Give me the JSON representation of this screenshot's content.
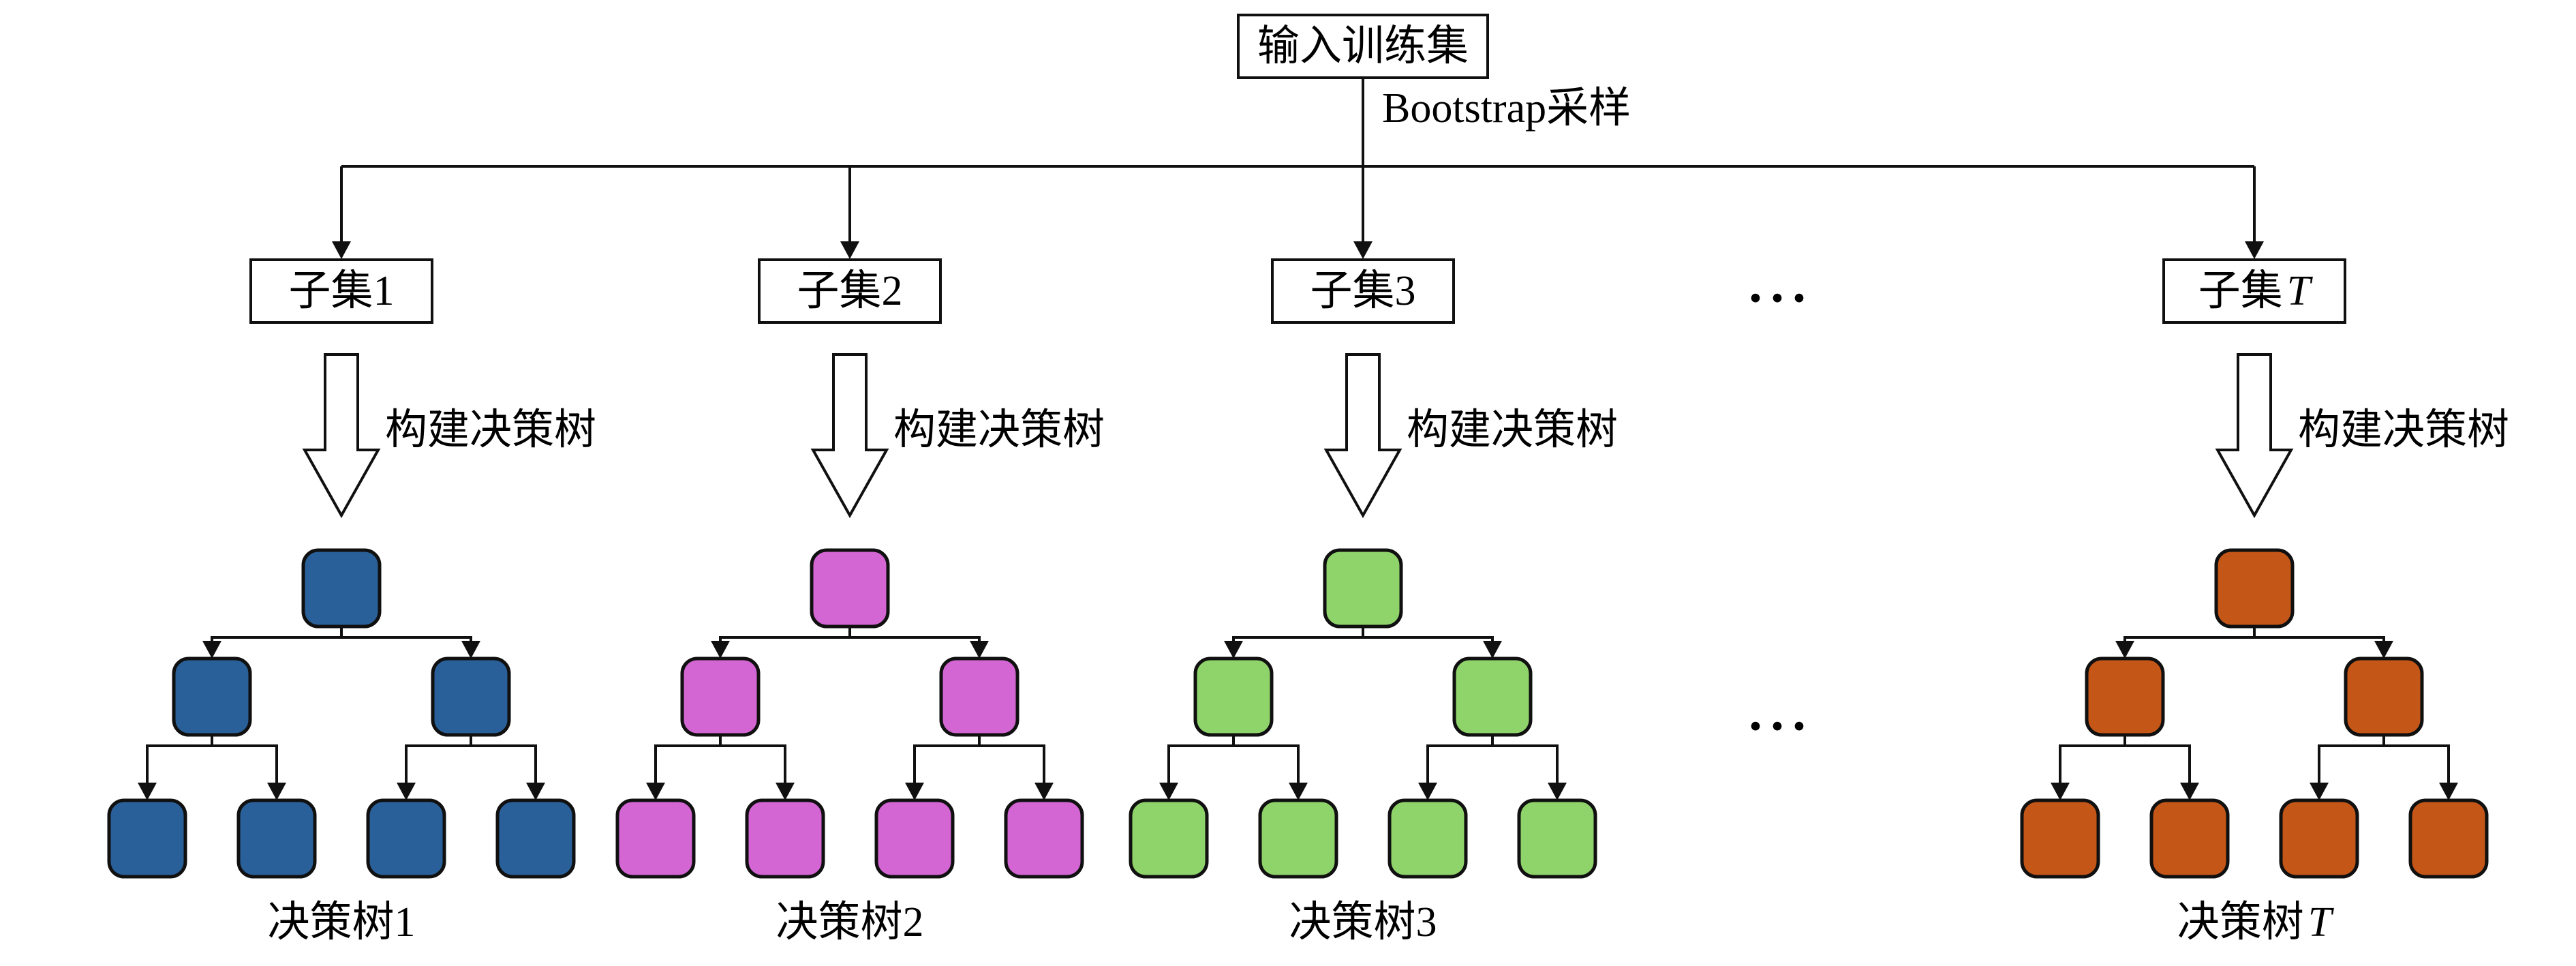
{
  "title_box": {
    "label": "输入训练集"
  },
  "bootstrap_label": "Bootstrap采样",
  "build_label": "构建决策树",
  "ellipsis": "···",
  "colors": {
    "line": "#101010",
    "box_border": "#101010",
    "background": "#ffffff"
  },
  "columns": [
    {
      "subset_prefix": "子集",
      "subset_suffix": "1",
      "suffix_variant": "normal",
      "tree_prefix": "决策树",
      "tree_suffix": "1",
      "color": "#2a6099"
    },
    {
      "subset_prefix": "子集",
      "subset_suffix": "2",
      "suffix_variant": "normal",
      "tree_prefix": "决策树",
      "tree_suffix": "2",
      "color": "#d466d4"
    },
    {
      "subset_prefix": "子集",
      "subset_suffix": "3",
      "suffix_variant": "normal",
      "tree_prefix": "决策树",
      "tree_suffix": "3",
      "color": "#8fd36b"
    },
    {
      "subset_prefix": "子集",
      "subset_suffix": "T",
      "suffix_variant": "italic",
      "tree_prefix": "决策树",
      "tree_suffix": "T",
      "color": "#c45617"
    }
  ]
}
